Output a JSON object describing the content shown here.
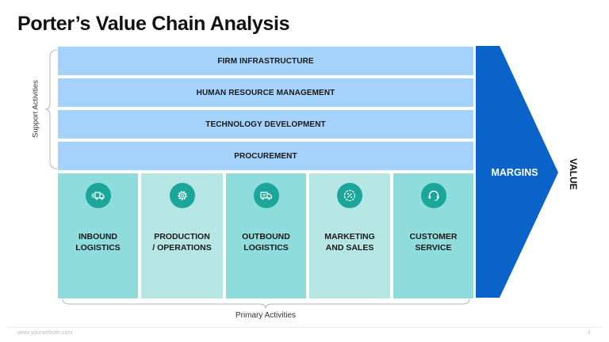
{
  "title": "Porter’s Value Chain Analysis",
  "support_activities": {
    "label": "Support Activities",
    "rows": [
      "FIRM INFRASTRUCTURE",
      "HUMAN RESOURCE MANAGEMENT",
      "TECHNOLOGY DEVELOPMENT",
      "PROCUREMENT"
    ]
  },
  "primary_activities": {
    "label": "Primary Activities",
    "columns": [
      {
        "label": "INBOUND\nLOGISTICS",
        "icon": "inbound-truck-icon"
      },
      {
        "label": "PRODUCTION\n/ OPERATIONS",
        "icon": "gear-icon"
      },
      {
        "label": "OUTBOUND\nLOGISTICS",
        "icon": "outbound-truck-icon"
      },
      {
        "label": "MARKETING\nAND SALES",
        "icon": "percent-badge-icon"
      },
      {
        "label": "CUSTOMER\nSERVICE",
        "icon": "headset-icon"
      }
    ]
  },
  "margins_label": "MARGINS",
  "value_label": "VALUE",
  "footer": {
    "url": "www.yourwebsite.com",
    "page_number": "4"
  },
  "colors": {
    "support_row": "#a4d2fb",
    "primary_dark": "#8fdcdc",
    "primary_light": "#b6e6e3",
    "icon_circle": "#1aa79a",
    "margin_arrow": "#0a63c9"
  }
}
